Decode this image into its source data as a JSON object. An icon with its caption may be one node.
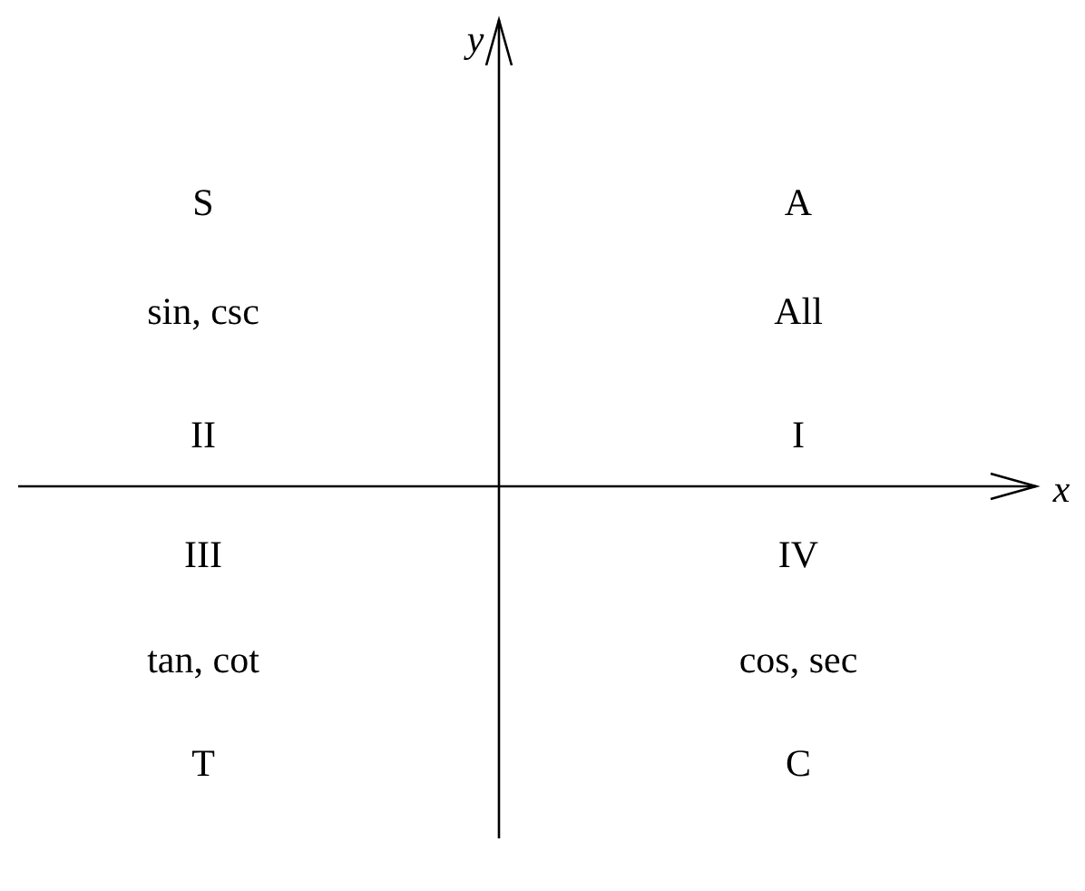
{
  "diagram": {
    "labels": [
      "y",
      "S",
      "A",
      "sin, csc",
      "All",
      "II",
      "I",
      "x",
      "III",
      "IV",
      "tan, cot",
      "cos, sec",
      "T",
      "C"
    ]
  }
}
